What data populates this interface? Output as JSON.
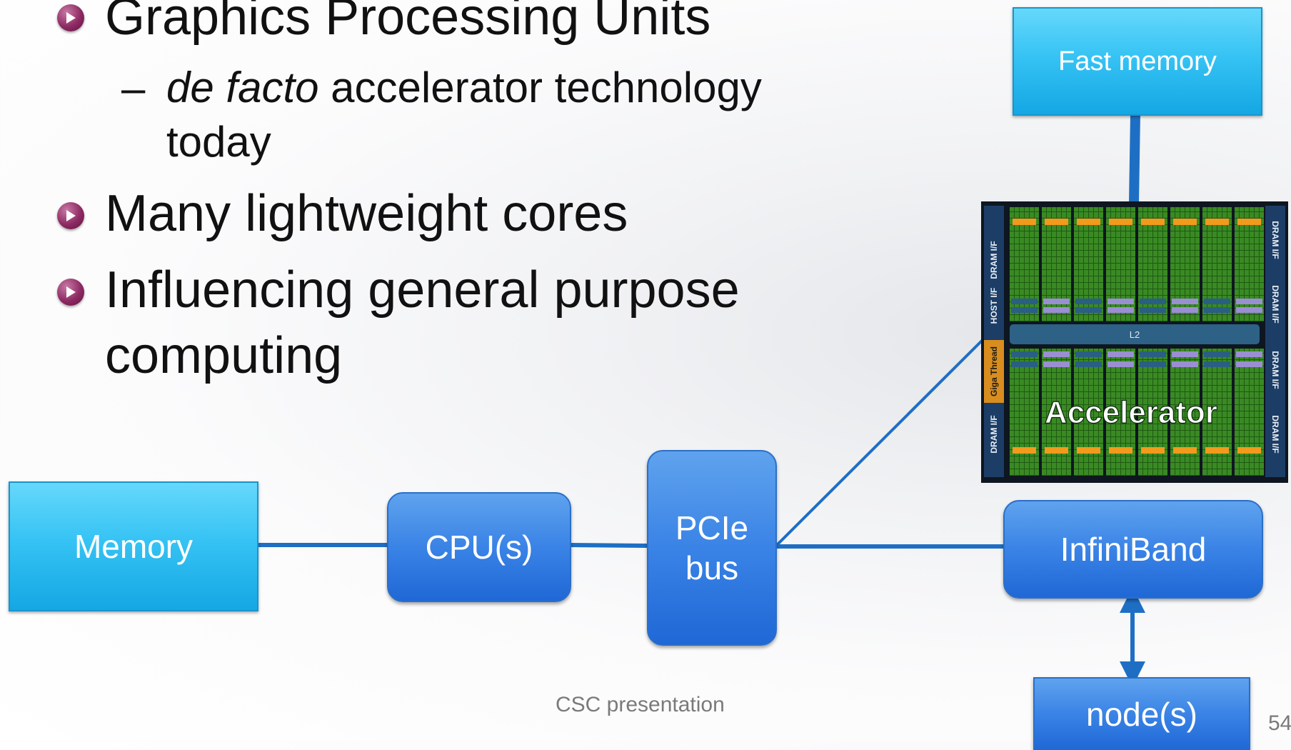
{
  "bullets": [
    {
      "text": "Graphics Processing Units"
    },
    {
      "text": "Many lightweight cores"
    },
    {
      "text_line1": "Influencing general purpose",
      "text_line2": "computing"
    }
  ],
  "sub_bullet": {
    "dash": "–",
    "italic": "de facto",
    "rest": " accelerator technology",
    "line2": "today"
  },
  "diagram": {
    "fast_memory": "Fast memory",
    "memory": "Memory",
    "cpu": "CPU(s)",
    "pcie_line1": "PCIe",
    "pcie_line2": "bus",
    "infiniband": "InfiniBand",
    "nodes": "node(s)",
    "accelerator": "Accelerator",
    "chip_labels": {
      "left": [
        "DRAM I/F",
        "HOST I/F",
        "Giga Thread",
        "DRAM I/F"
      ],
      "right": [
        "DRAM I/F",
        "DRAM I/F",
        "DRAM I/F",
        "DRAM I/F"
      ],
      "l2": "L2"
    }
  },
  "footer": {
    "presentation": "CSC presentation",
    "page_number": "54"
  },
  "colors": {
    "connector": "#1e6fc4",
    "bullet": "#8e2a63",
    "box_cyan": "#36c3f4",
    "box_blue": "#3a83e6",
    "chip_green": "#3a8a24",
    "chip_orange": "#f29a1c",
    "chip_blue_bar": "#2a5f84"
  }
}
